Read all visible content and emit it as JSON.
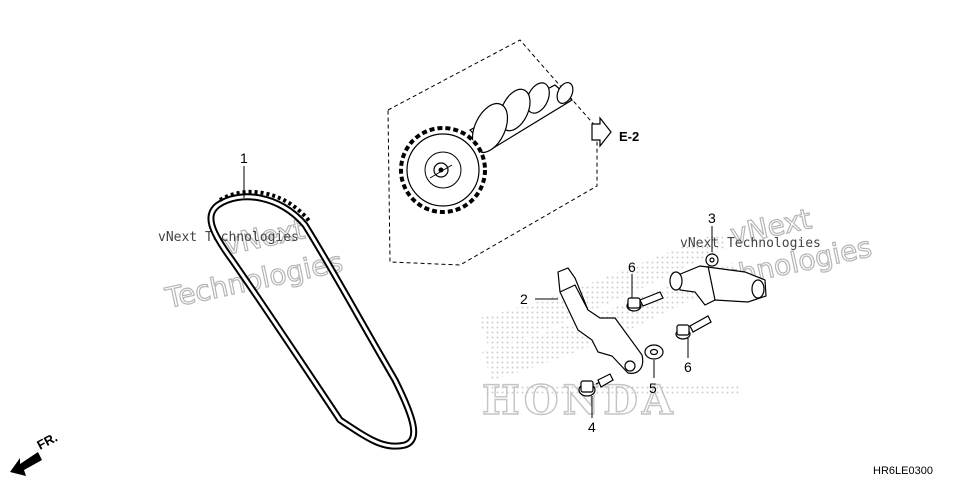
{
  "callouts": {
    "cam_chain": "1",
    "tensioner_arm": "2",
    "tensioner_lifter": "3",
    "bolt_4": "4",
    "washer": "5",
    "bolt_6_top": "6",
    "bolt_6_right": "6"
  },
  "reference": {
    "label": "E-2"
  },
  "direction": {
    "label": "FR."
  },
  "diagram_code": "HR6LE0300",
  "watermarks": {
    "small_left": "vNext Technologies",
    "small_right": "vNext Technologies",
    "big_left_line1": "vNext",
    "big_left_line2": "Technologies",
    "big_right_line1": "vNext",
    "big_right_line2": "Technologies"
  },
  "brand_mark": "HONDA",
  "colors": {
    "line": "#000000",
    "watermark": "#b5b5b5",
    "dots": "#cfcfcf"
  }
}
